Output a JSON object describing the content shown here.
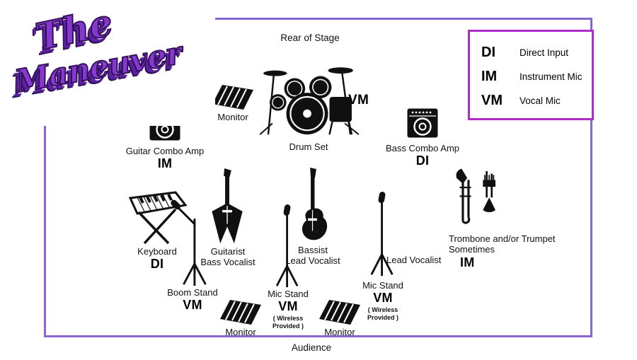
{
  "logo": {
    "word1": "The",
    "word2": "Maneuver"
  },
  "stage": {
    "rear_label": "Rear of Stage",
    "audience_label": "Audience"
  },
  "legend": {
    "items": [
      {
        "abbr": "DI",
        "name": "Direct Input"
      },
      {
        "abbr": "IM",
        "name": "Instrument Mic"
      },
      {
        "abbr": "VM",
        "name": "Vocal Mic"
      }
    ]
  },
  "items": {
    "monitor_top": {
      "label": "Monitor"
    },
    "drums": {
      "label": "Drum Set",
      "mic": "VM"
    },
    "guitar_amp": {
      "label": "Guitar Combo Amp",
      "mic": "IM"
    },
    "bass_amp": {
      "label": "Bass Combo Amp",
      "mic": "DI"
    },
    "keyboard": {
      "label": "Keyboard",
      "mic": "DI"
    },
    "guitarist": {
      "line1": "Guitarist",
      "line2": "Bass Vocalist"
    },
    "boom_stand": {
      "label": "Boom Stand",
      "mic": "VM"
    },
    "bassist": {
      "line1": "Bassist",
      "line2": "Lead Vocalist"
    },
    "center_mic": {
      "label": "Mic Stand",
      "mic": "VM",
      "note1": "( Wireless",
      "note2": "Provided )"
    },
    "lead_mic": {
      "vocalist": "Lead Vocalist",
      "label": "Mic Stand",
      "mic": "VM",
      "note1": "( Wireless",
      "note2": "Provided )"
    },
    "horns": {
      "line1": "Trombone and/or Trumpet",
      "line2": "Sometimes",
      "mic": "IM"
    },
    "monitor_left": {
      "label": "Monitor"
    },
    "monitor_mid": {
      "label": "Monitor"
    }
  },
  "colors": {
    "stage_border": "#8a66d4",
    "legend_border": "#ae2cc8",
    "logo_purple": "#8639cf"
  }
}
